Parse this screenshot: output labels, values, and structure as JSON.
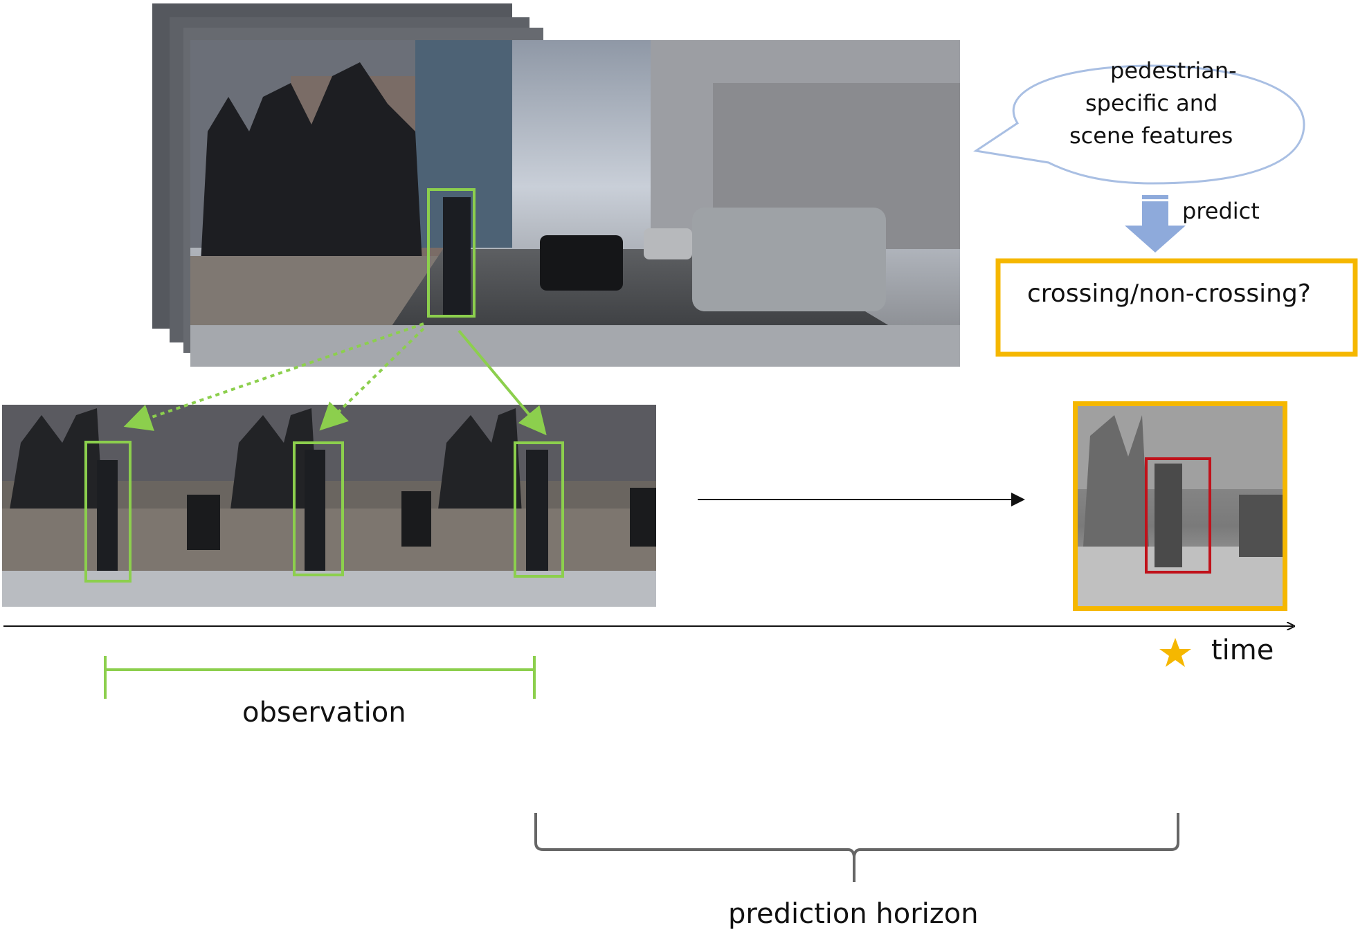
{
  "bubble": {
    "line1": "pedestrian-",
    "line2": "specific and",
    "line3": "scene features"
  },
  "predict_label": "predict",
  "question_box": {
    "text": "crossing/non-crossing?"
  },
  "timeline": {
    "time_label": "time"
  },
  "observation_label": "observation",
  "prediction_horizon_label": "prediction horizon",
  "colors": {
    "observation_green": "#8ccf4d",
    "highlight_orange": "#f5b700",
    "target_red": "#c0111a",
    "bubble_outline": "#a9bfe3",
    "predict_arrow": "#8eaadb",
    "bracket_gray": "#666666"
  },
  "icons": {
    "star": "star-icon",
    "predict_arrow": "down-arrow-icon"
  }
}
